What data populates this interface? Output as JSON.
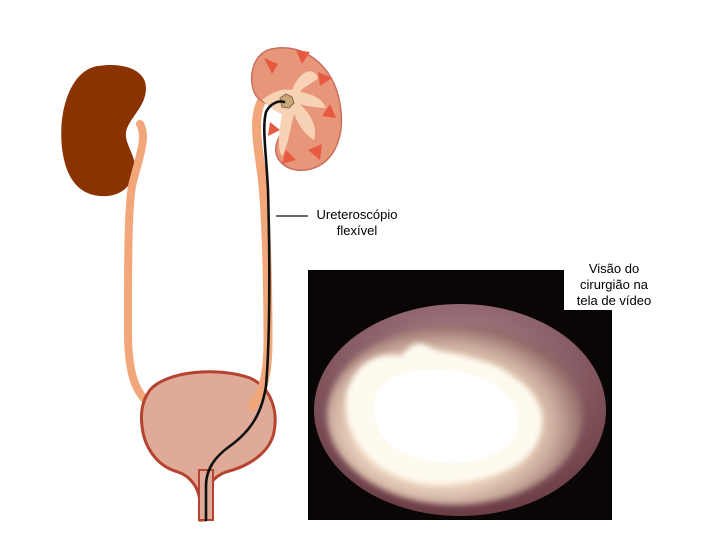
{
  "labels": {
    "ureteroscope_line1": "Ureteroscópio",
    "ureteroscope_line2": "flexível",
    "surgeon_view_line1": "Visão do",
    "surgeon_view_line2": "cirurgião na",
    "surgeon_view_line3": "tela de vídeo"
  },
  "colors": {
    "left_kidney": "#8a3300",
    "right_kidney": "#e8967a",
    "calyx_red": "#e85a3f",
    "ureter": "#f2a77a",
    "bladder_fill": "#e0aa98",
    "bladder_wall": "#b5432f",
    "scope": "#111111",
    "video_bg": "#0a0606"
  }
}
